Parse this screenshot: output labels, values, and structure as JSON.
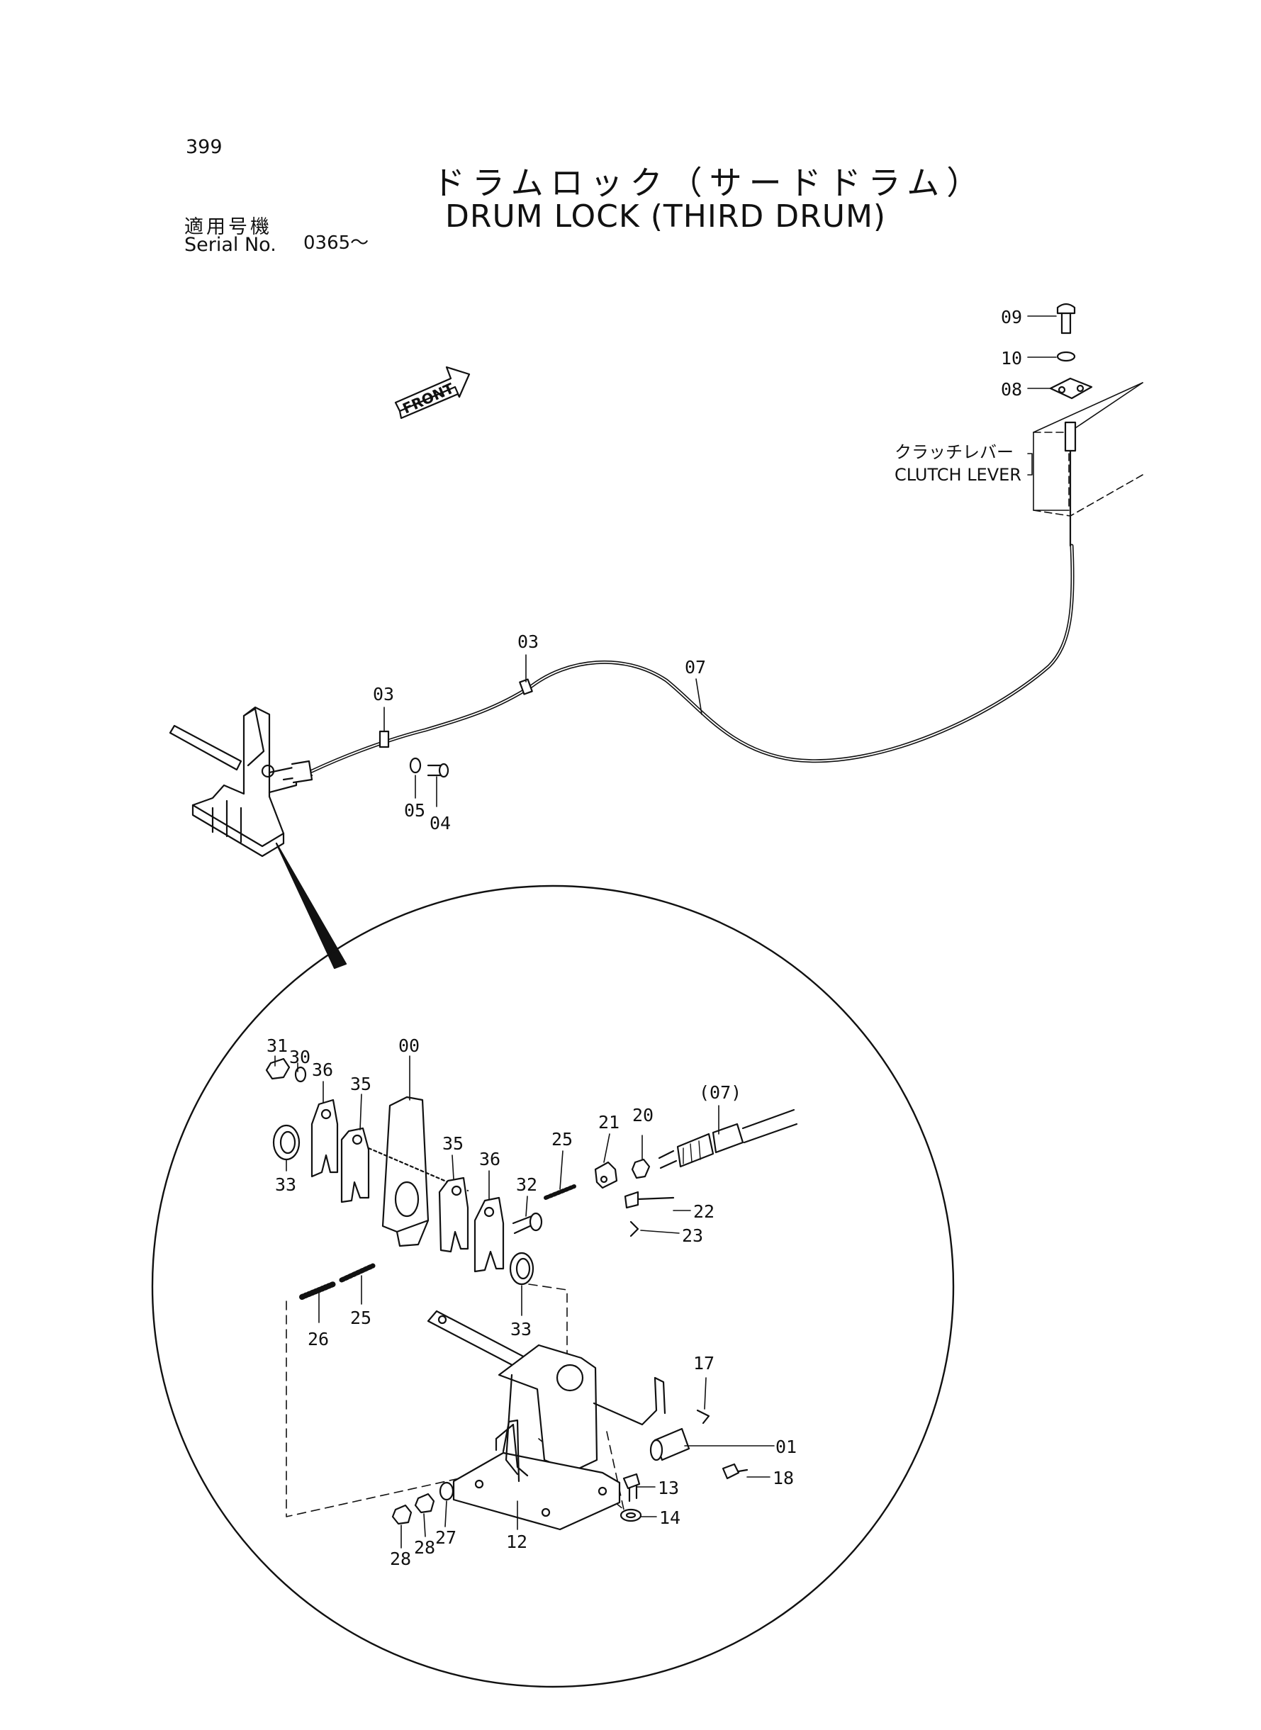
{
  "header": {
    "page_number": "399",
    "title_jp": "ドラムロック（サードドラム）",
    "title_en": "DRUM LOCK (THIRD DRUM)",
    "serial_label_jp": "適用号機",
    "serial_label_en": "Serial No.",
    "serial_value": "0365～"
  },
  "callouts": {
    "clutch_lever_jp": "クラッチレバー",
    "clutch_lever_en": "CLUTCH LEVER",
    "front_label": "FRONT"
  },
  "parts": {
    "p09": "09",
    "p10": "10",
    "p08": "08",
    "p03a": "03",
    "p03b": "03",
    "p07": "07",
    "p05": "05",
    "p04": "04",
    "p00": "00",
    "p31": "31",
    "p30": "30",
    "p36a": "36",
    "p35a": "35",
    "p33a": "33",
    "p35b": "35",
    "p36b": "36",
    "p32": "32",
    "p25a": "25",
    "p21": "21",
    "p20": "20",
    "p07b": "(07)",
    "p22": "22",
    "p23": "23",
    "p26": "26",
    "p25b": "25",
    "p33b": "33",
    "p17": "17",
    "p01": "01",
    "p13": "13",
    "p18": "18",
    "p14": "14",
    "p28a": "28",
    "p28b": "28",
    "p27": "27",
    "p12": "12"
  }
}
